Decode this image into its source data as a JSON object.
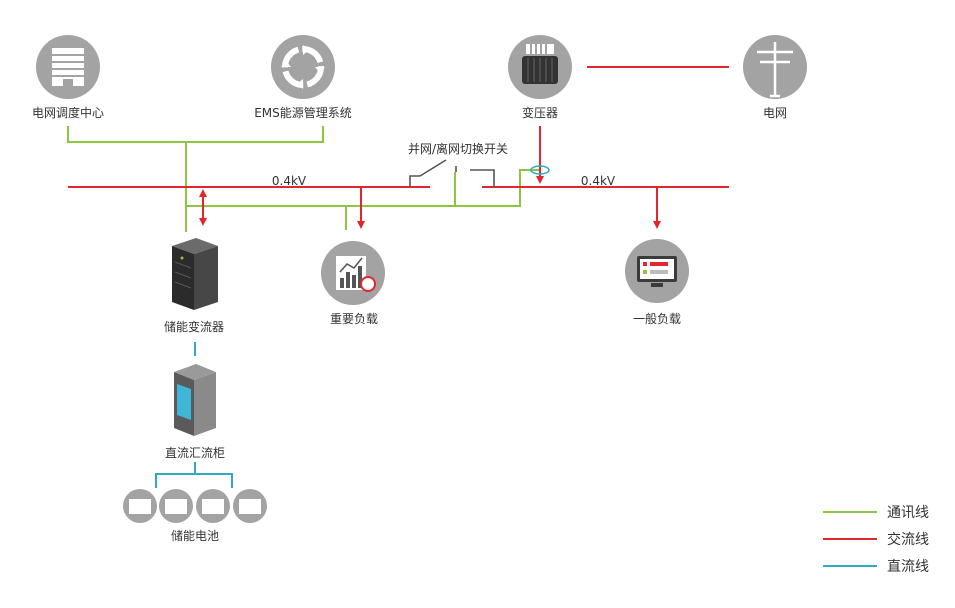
{
  "colors": {
    "comm": "#8cc63e",
    "ac": "#e3262c",
    "dc": "#2ea9c6",
    "icon_bg": "#a3a3a3"
  },
  "nodes": {
    "dispatch_center": {
      "label": "电网调度中心",
      "icon": "building-icon"
    },
    "ems": {
      "label": "EMS能源管理系统",
      "icon": "cycle-arrows-icon"
    },
    "transformer": {
      "label": "变压器",
      "icon": "transformer-icon"
    },
    "grid": {
      "label": "电网",
      "icon": "power-pole-icon"
    },
    "switch": {
      "label": "并网/离网切换开关",
      "icon": "switch-icon"
    },
    "pcs": {
      "label": "储能变流器",
      "icon": "server-cabinet-icon"
    },
    "critical_load": {
      "label": "重要负载",
      "icon": "chart-icon"
    },
    "general_load": {
      "label": "一般负载",
      "icon": "monitor-icon"
    },
    "dc_combiner": {
      "label": "直流汇流柜",
      "icon": "cabinet-icon"
    },
    "battery": {
      "label": "储能电池",
      "icon": "battery-icon"
    }
  },
  "bus_left_voltage": "0.4kV",
  "bus_right_voltage": "0.4kV",
  "legend": [
    {
      "label": "通讯线",
      "color": "#8cc63e"
    },
    {
      "label": "交流线",
      "color": "#e3262c"
    },
    {
      "label": "直流线",
      "color": "#2ea9c6"
    }
  ]
}
